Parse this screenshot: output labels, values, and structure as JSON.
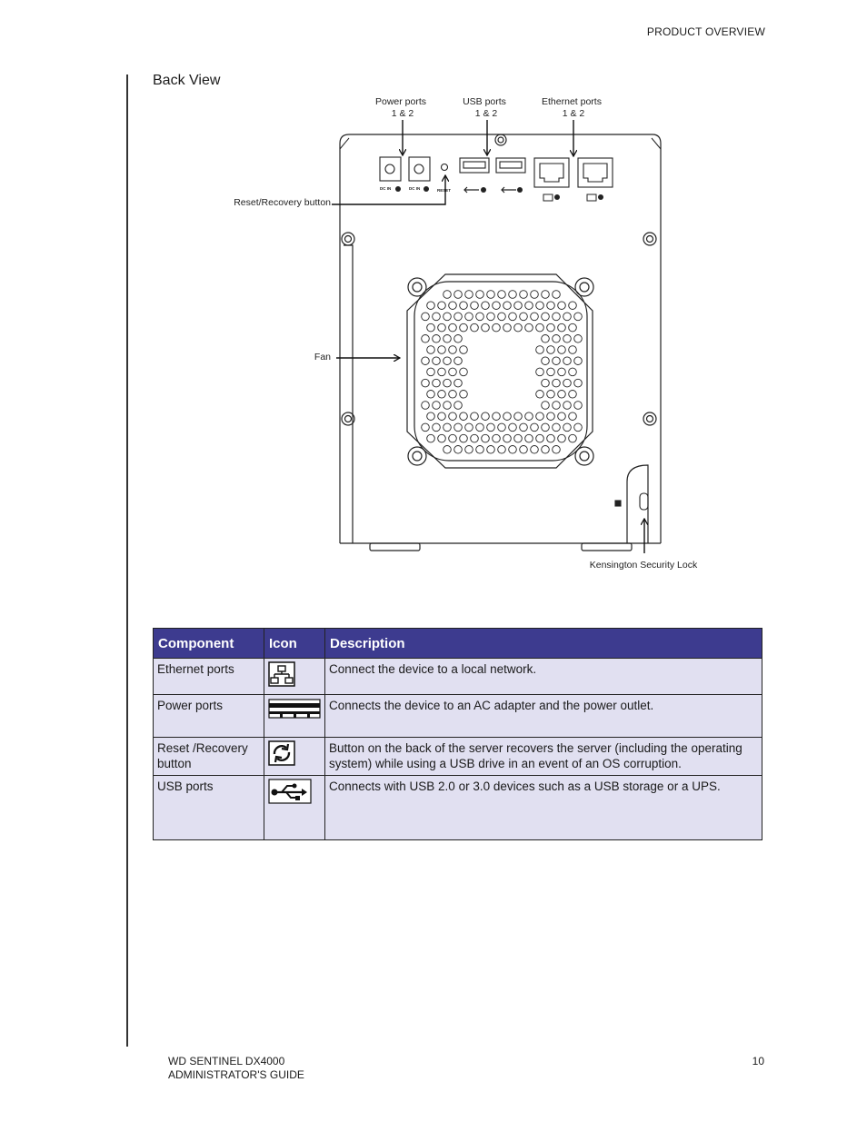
{
  "header": {
    "section": "PRODUCT OVERVIEW"
  },
  "section_title": "Back View",
  "diagram": {
    "callouts": {
      "power_ports": [
        "Power ports",
        "1 & 2"
      ],
      "usb_ports": [
        "USB ports",
        "1 & 2"
      ],
      "ethernet_ports": [
        "Ethernet ports",
        "1 & 2"
      ],
      "reset_button": "Reset/Recovery button",
      "fan": "Fan",
      "kensington": "Kensington Security Lock"
    },
    "panel_text": {
      "dc_in": "DC IN",
      "reset": "RESET"
    }
  },
  "table": {
    "headers": [
      "Component",
      "Icon",
      "Description"
    ],
    "rows": [
      {
        "component": "Ethernet ports",
        "icon": "ethernet-icon",
        "description": "Connect the device to a local network."
      },
      {
        "component": "Power ports",
        "icon": "power-port-icon",
        "description": "Connects the device to an AC adapter and the power outlet."
      },
      {
        "component": "Reset /Recovery button",
        "icon": "recovery-icon",
        "description": "Button on the back of the server recovers the server (including the operating system) while using a USB drive in an event of an OS corruption."
      },
      {
        "component": "USB ports",
        "icon": "usb-icon",
        "description": "Connects with USB 2.0 or 3.0 devices such as a USB storage or a UPS."
      }
    ]
  },
  "footer": {
    "line1": "WD SENTINEL DX4000",
    "line2": "ADMINISTRATOR'S GUIDE",
    "page": "10"
  }
}
